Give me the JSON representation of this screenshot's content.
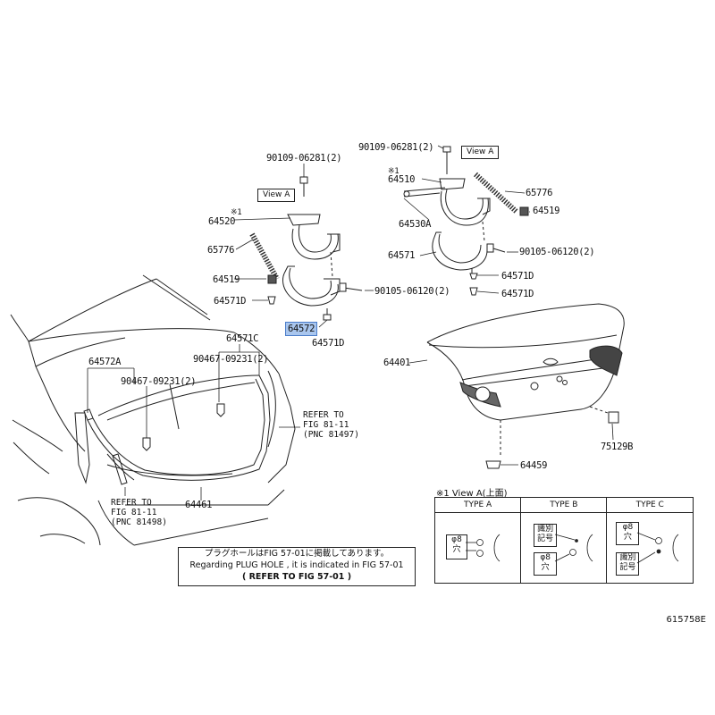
{
  "labels": {
    "p90109_left": "90109-06281(2)",
    "p90109_right": "90109-06281(2)",
    "mark_left": "※1",
    "mark_right": "※1",
    "p64520": "64520",
    "p64510": "64510",
    "p65776_left": "65776",
    "p65776_right": "65776",
    "p64530a": "64530A",
    "p64519_left": "64519",
    "p64519_right": "64519",
    "p64571d_left1": "64571D",
    "p64571d_left2": "64571D",
    "p64571d_right1": "64571D",
    "p64571d_right2": "64571D",
    "p64571": "64571",
    "p64572": "64572",
    "p90105_left": "90105-06120(2)",
    "p90105_right": "90105-06120(2)",
    "p64571c": "64571C",
    "p90467_top": "90467-09231(2)",
    "p90467_left": "90467-09231(2)",
    "p64572a": "64572A",
    "p64401": "64401",
    "p64461": "64461",
    "p75129b": "75129B",
    "p64459": "64459",
    "figure_code": "615758E"
  },
  "view_tags": {
    "left": "View A",
    "right": "View A"
  },
  "refs": {
    "right": "REFER TO\nFIG 81-11\n(PNC 81497)",
    "left": "REFER TO\nFIG 81-11\n(PNC 81498)"
  },
  "note": {
    "line1": "プラグホールはFIG 57-01に掲載してあります。",
    "line2": "Regarding PLUG HOLE , it is indicated in FIG 57-01",
    "line3": "(  REFER TO FIG 57-01  )"
  },
  "view_table": {
    "title": "※1 View A(上面)",
    "type_a": "TYPE A",
    "type_b": "TYPE B",
    "type_c": "TYPE C",
    "hole_8": "φ8\n穴",
    "ident_mark": "識別\n記号"
  },
  "selected_part": "64572"
}
